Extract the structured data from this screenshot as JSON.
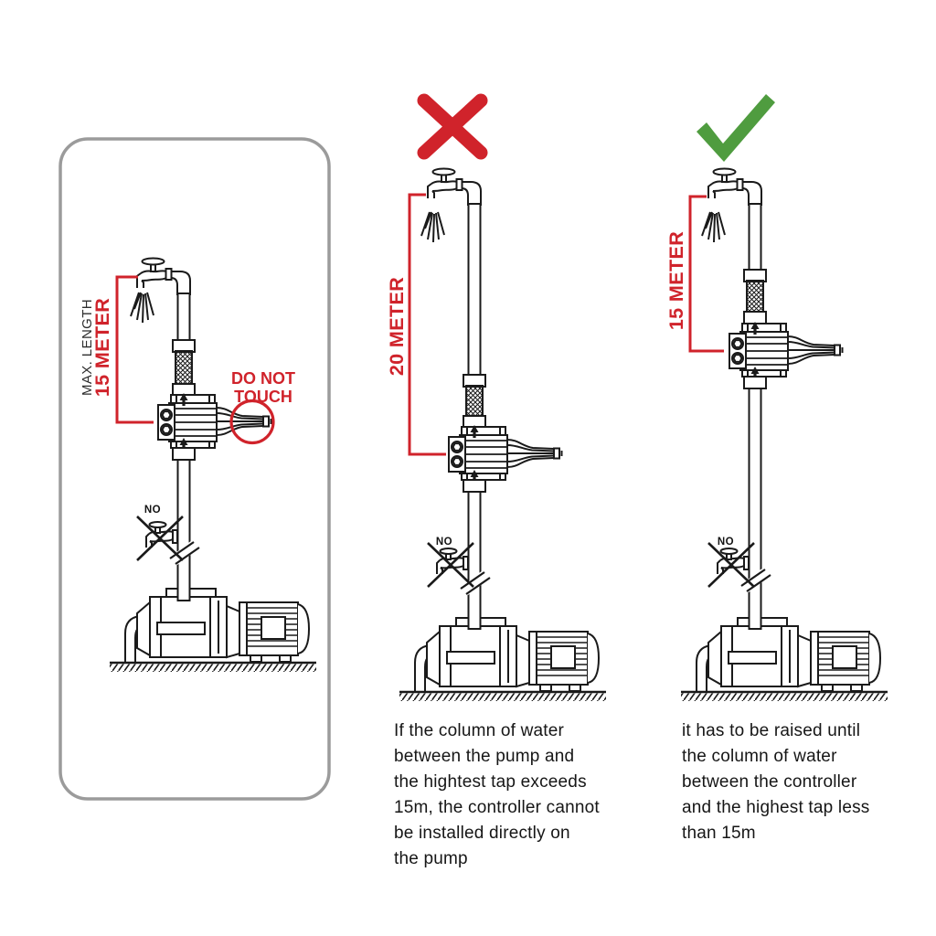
{
  "illustration": {
    "left": {
      "max_length_label": "MAX. LENGTH",
      "length_value": "15 METER",
      "warning_line1": "DO NOT",
      "warning_line2": "TOUCH",
      "no_label": "NO"
    },
    "middle": {
      "result_icon": "cross-icon",
      "length_value": "20 METER",
      "no_label": "NO",
      "caption": "If the column of water\nbetween the pump and\nthe hightest tap exceeds\n15m, the controller cannot\nbe installed directly on\nthe pump"
    },
    "right": {
      "result_icon": "check-icon",
      "length_value": "15 METER",
      "no_label": "NO",
      "caption": "it has to be raised until\nthe column of water\nbetween the controller\nand the highest tap less\nthan 15m"
    },
    "colors": {
      "red": "#d0232b",
      "green": "#4f9c3f",
      "line_art": "#1a1a1a",
      "panel_border": "#9b9b9b"
    }
  }
}
